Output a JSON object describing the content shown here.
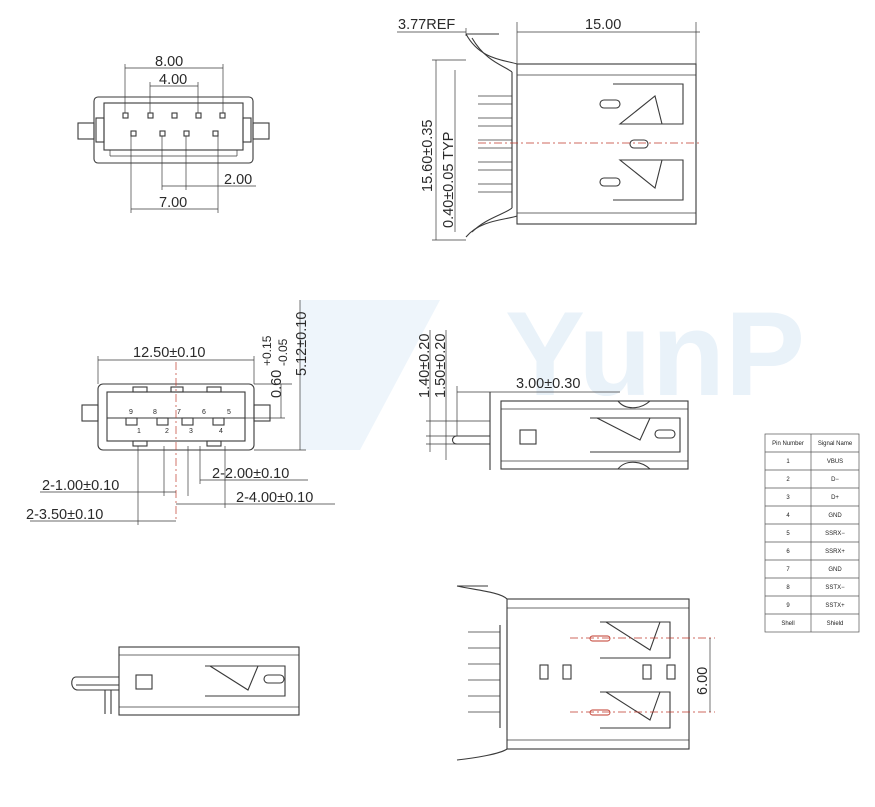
{
  "watermark": "YunP",
  "top_view": {
    "dims": [
      "8.00",
      "4.00",
      "2.00",
      "7.00"
    ]
  },
  "side_view": {
    "dims": [
      "3.77REF",
      "15.00",
      "15.60±0.35",
      "0.40±0.05 TYP"
    ]
  },
  "front_view": {
    "dims": [
      "12.50±0.10",
      "0.60",
      "+0.15",
      "-0.05",
      "5.12±0.10",
      "2-1.00±0.10",
      "2-2.00±0.10",
      "2-3.50±0.10",
      "2-4.00±0.10"
    ],
    "pin_labels_top": [
      "9",
      "8",
      "7",
      "6",
      "5"
    ],
    "pin_labels_bottom": [
      "1",
      "2",
      "3",
      "4"
    ]
  },
  "mid_side_view": {
    "dims": [
      "1.40±0.20",
      "1.50±0.20",
      "3.00±0.30"
    ]
  },
  "bottom_view": {
    "dims": [
      "6.00"
    ]
  },
  "pin_table": {
    "headers": [
      "Pin Number",
      "Signal Name"
    ],
    "rows": [
      [
        "1",
        "VBUS"
      ],
      [
        "2",
        "D−"
      ],
      [
        "3",
        "D+"
      ],
      [
        "4",
        "GND"
      ],
      [
        "5",
        "SSRX−"
      ],
      [
        "6",
        "SSRX+"
      ],
      [
        "7",
        "GND"
      ],
      [
        "8",
        "SSTX−"
      ],
      [
        "9",
        "SSTX+"
      ],
      [
        "Shell",
        "Shield"
      ]
    ]
  }
}
